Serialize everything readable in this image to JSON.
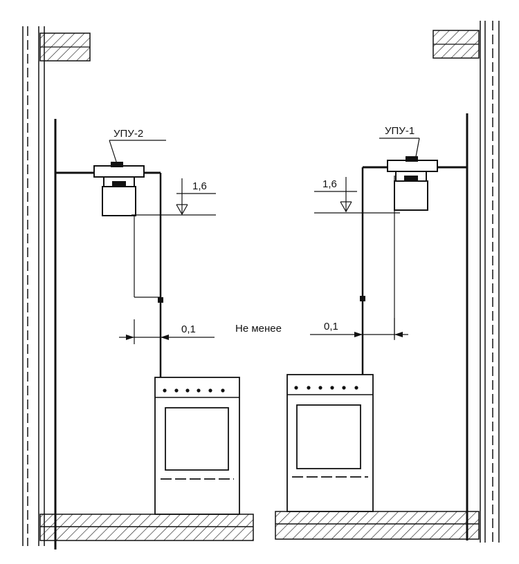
{
  "labels": {
    "upu_left": "УПУ-2",
    "upu_right": "УПУ-1",
    "height_left": "1,6",
    "height_right": "1,6",
    "gap_left": "0,1",
    "gap_right": "0,1",
    "min_text": "Не менее"
  }
}
